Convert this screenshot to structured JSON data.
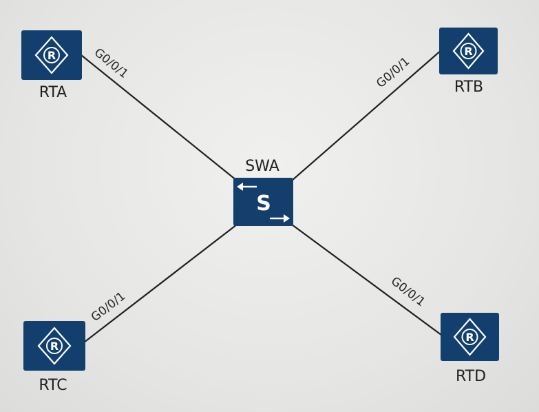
{
  "switch": {
    "label": "SWA",
    "icon": "switch-icon",
    "glyph": "S"
  },
  "routers": [
    {
      "id": "rta",
      "label": "RTA",
      "icon": "router-icon",
      "glyph": "R",
      "port": "G0/0/1"
    },
    {
      "id": "rtb",
      "label": "RTB",
      "icon": "router-icon",
      "glyph": "R",
      "port": "G0/0/1"
    },
    {
      "id": "rtc",
      "label": "RTC",
      "icon": "router-icon",
      "glyph": "R",
      "port": "G0/0/1"
    },
    {
      "id": "rtd",
      "label": "RTD",
      "icon": "router-icon",
      "glyph": "R",
      "port": "G0/0/1"
    }
  ],
  "links": [
    {
      "from": "RTA",
      "to": "SWA",
      "port": "G0/0/1"
    },
    {
      "from": "RTB",
      "to": "SWA",
      "port": "G0/0/1"
    },
    {
      "from": "RTC",
      "to": "SWA",
      "port": "G0/0/1"
    },
    {
      "from": "RTD",
      "to": "SWA",
      "port": "G0/0/1"
    }
  ],
  "colors": {
    "device_fill": "#123f6e",
    "device_symbol": "#ffffff",
    "link": "#1f1f1f",
    "background": "#e7e7e5"
  }
}
